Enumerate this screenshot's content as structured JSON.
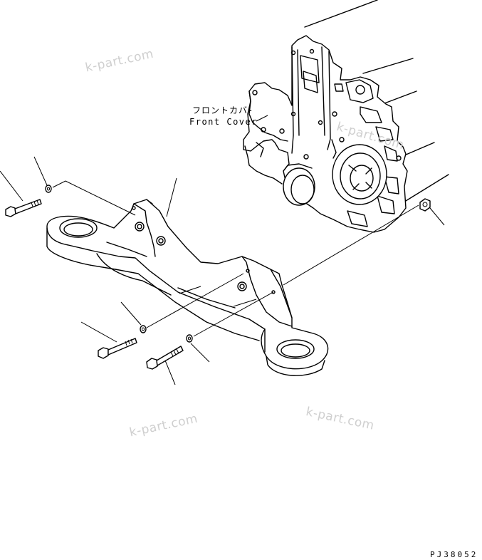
{
  "labels": {
    "front_cover_jp": "フロントカバ-",
    "front_cover_en": "Front Cover",
    "drawing_code": "PJ38052"
  },
  "watermarks": [
    "k-part.com",
    "k-part.com",
    "k-part.com",
    "k-part.com"
  ]
}
